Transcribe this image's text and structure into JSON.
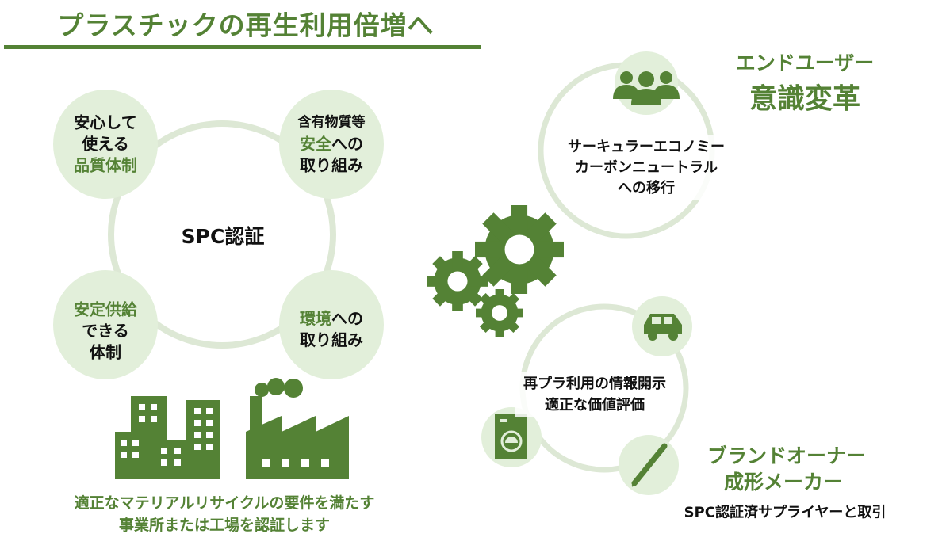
{
  "title": "プラスチックの再生利用倍増へ",
  "left": {
    "center": "SPC認証",
    "nodes": [
      {
        "line1": "安心して",
        "line2": "使える",
        "line3": "品質体制"
      },
      {
        "line1": "含有物質等",
        "line2a": "安全",
        "line2b": "への",
        "line3": "取り組み"
      },
      {
        "line1": "安定供給",
        "line2": "できる",
        "line3": "体制"
      },
      {
        "line1a": "環境",
        "line1b": "への",
        "line2": "取り組み"
      }
    ],
    "caption": [
      "適正なマテリアルリサイクルの要件を満たす",
      "事業所または工場を認証します"
    ]
  },
  "right": {
    "enduser": {
      "line1": "エンドユーザー",
      "line2": "意識変革"
    },
    "top_ring_text": [
      "サーキュラーエコノミー",
      "カーボンニュートラル",
      "への移行"
    ],
    "bottom_ring_text": [
      "再プラ利用の情報開示",
      "適正な価値評価"
    ],
    "brand": {
      "line1": "ブランドオーナー",
      "line2": "成形メーカー",
      "sub": "SPC認証済サプライヤーと取引"
    }
  },
  "colors": {
    "accent": "#548235",
    "light": "#e2efda",
    "ring": "#dde8d5"
  }
}
